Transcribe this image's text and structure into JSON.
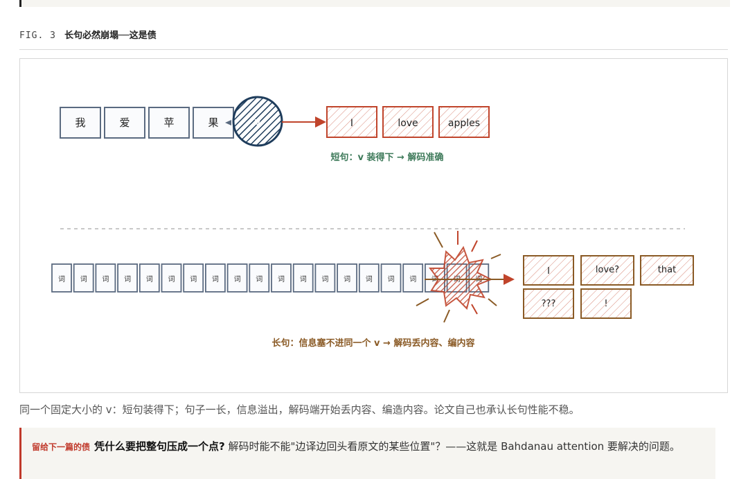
{
  "fig": {
    "label": "FIG. 3",
    "title": "长句必然崩塌──这是债"
  },
  "top_row": {
    "source_tokens": [
      "我",
      "爱",
      "苹",
      "果"
    ],
    "vector_label": "v",
    "target_tokens": [
      "I",
      "love",
      "apples"
    ],
    "caption": "短句：v 装得下 → 解码准确"
  },
  "bottom_row": {
    "source_token": "词",
    "source_token_count": 20,
    "target_tokens_row1": [
      "I",
      "love?",
      "that"
    ],
    "target_tokens_row2": [
      "???",
      "!"
    ],
    "caption": "长句：信息塞不进同一个 v → 解码丢内容、编内容"
  },
  "caption": "同一个固定大小的 v：短句装得下；句子一长，信息溢出，解码端开始丢内容、编造内容。论文自己也承认长句性能不稳。",
  "callout": {
    "tag": "留给下一篇的债",
    "question": "凭什么要把整句压成一个点?",
    "body": "解码时能不能\"边译边回头看原文的某些位置\"？——这就是 Bahdanau attention 要解决的问题。"
  },
  "colors": {
    "source_blue": "#5a6a80",
    "vector_navy": "#1f3d5c",
    "target_red": "#c0442b",
    "target_brown": "#8a5a25",
    "caption_green": "#3e7a5a",
    "caption_brown": "#8a5a25"
  }
}
